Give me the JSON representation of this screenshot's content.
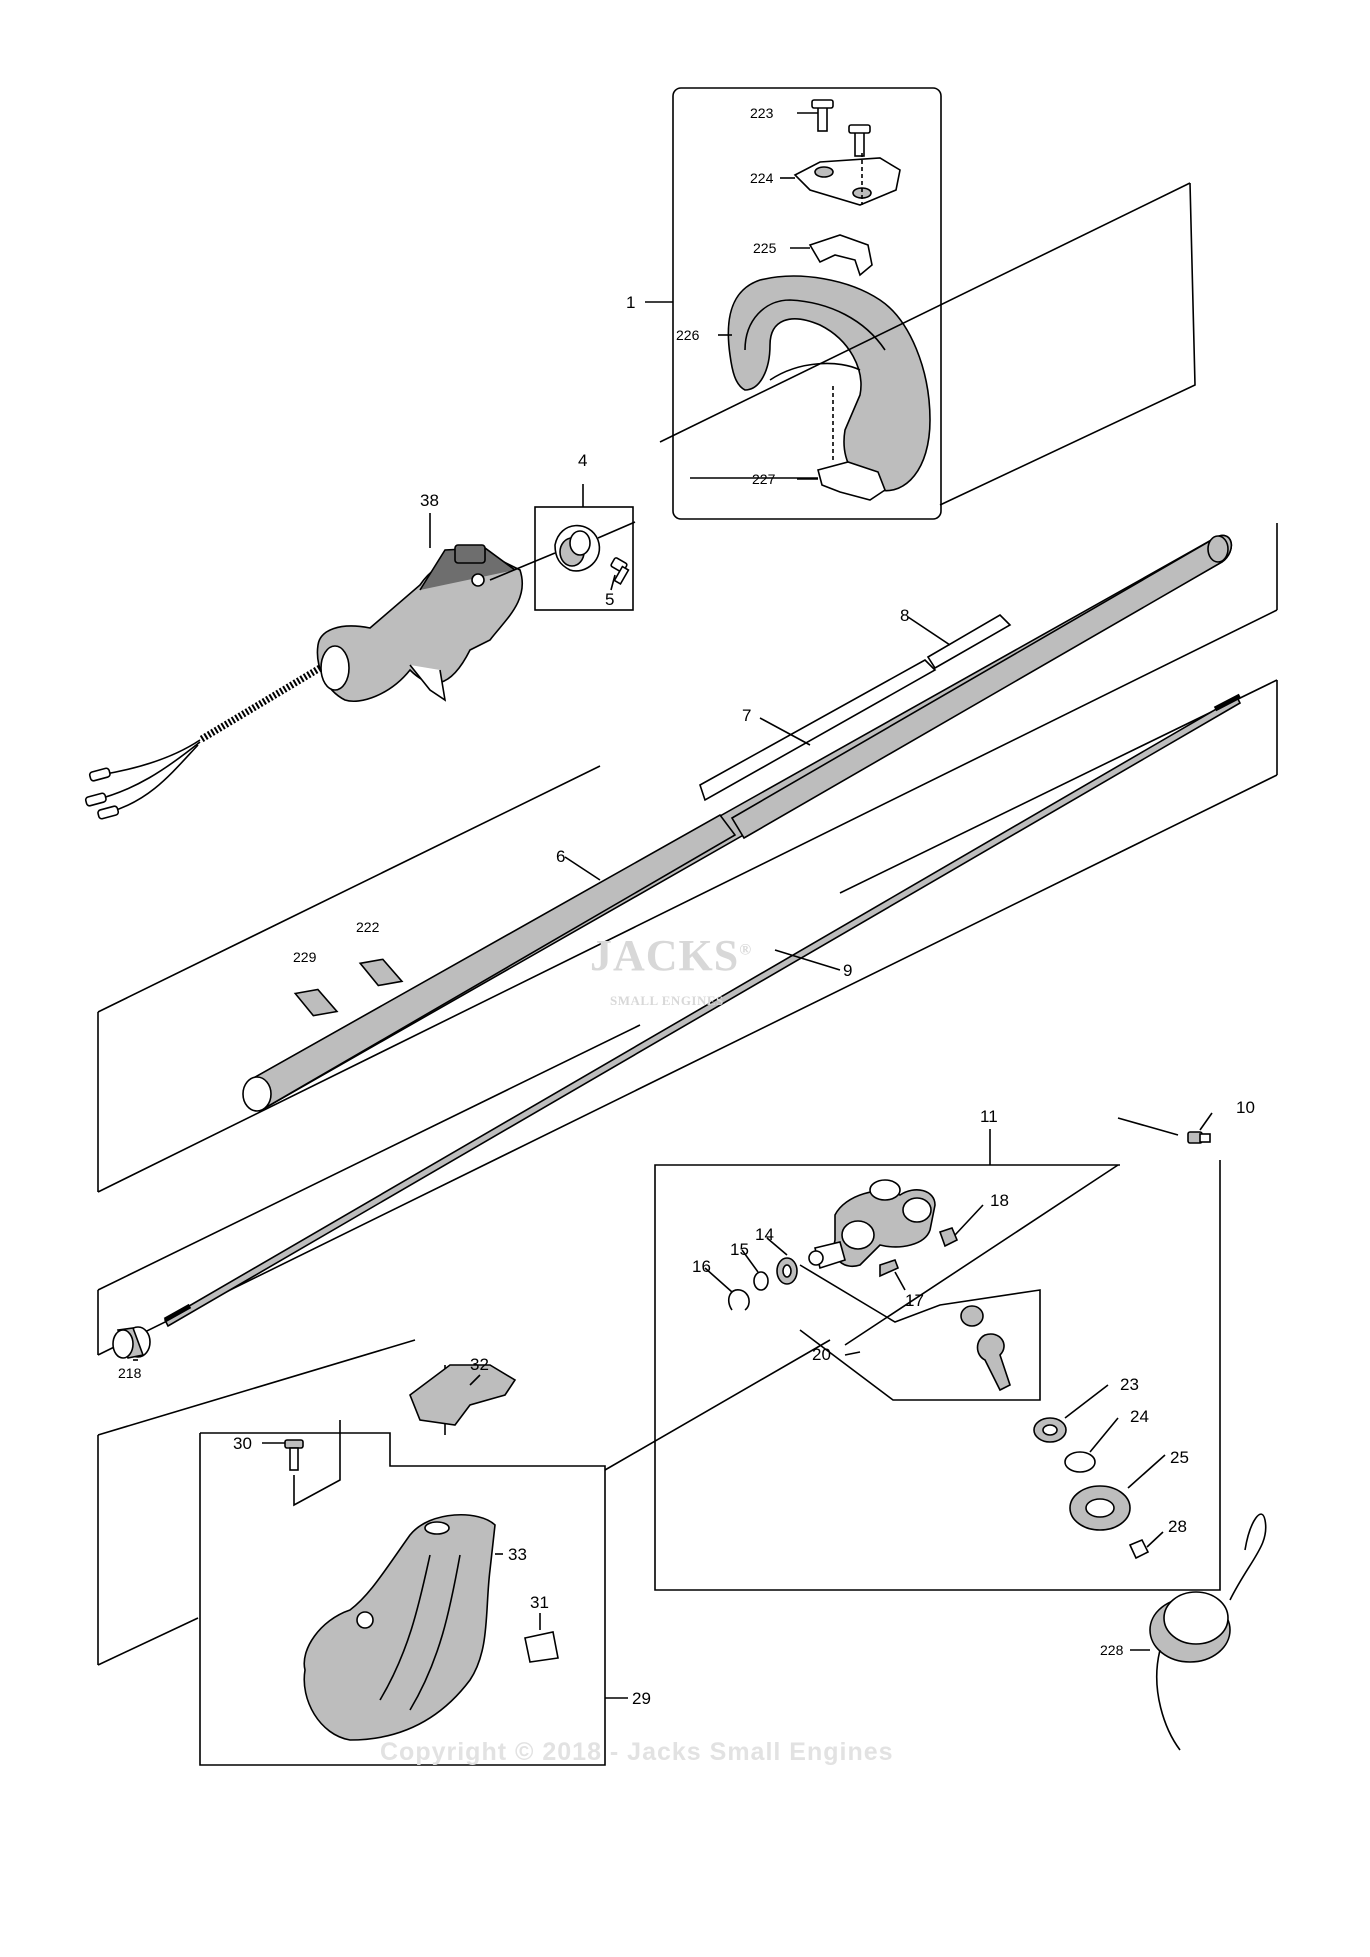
{
  "watermark": {
    "logo": "JACKS",
    "registered": "®",
    "subtitle": "SMALL ENGINES",
    "copyright": "Copyright © 2018 - Jacks Small Engines"
  },
  "callouts": {
    "c1": "1",
    "c4": "4",
    "c5": "5",
    "c6": "6",
    "c7": "7",
    "c8": "8",
    "c9": "9",
    "c10": "10",
    "c11": "11",
    "c14": "14",
    "c15": "15",
    "c16": "16",
    "c17": "17",
    "c18": "18",
    "c20": "20",
    "c23": "23",
    "c24": "24",
    "c25": "25",
    "c28": "28",
    "c29": "29",
    "c30": "30",
    "c31": "31",
    "c32": "32",
    "c33": "33",
    "c38": "38",
    "c218": "218",
    "c222": "222",
    "c223": "223",
    "c224": "224",
    "c225": "225",
    "c226": "226",
    "c227": "227",
    "c228": "228",
    "c229": "229"
  }
}
